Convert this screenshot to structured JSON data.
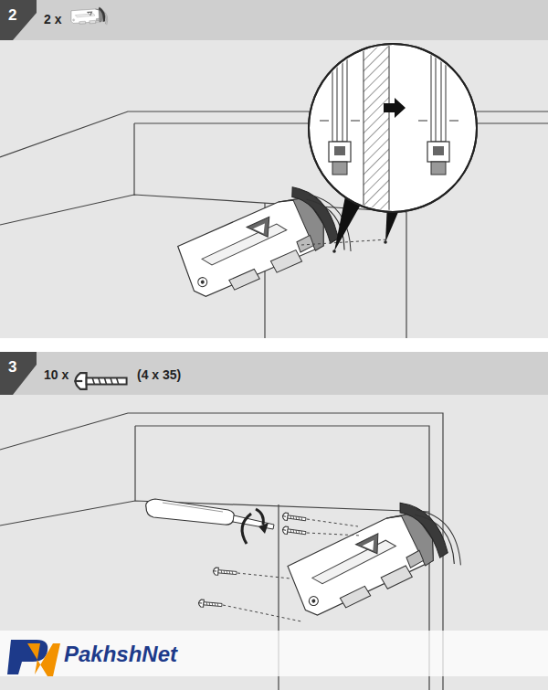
{
  "diagram": {
    "labels": [
      "2",
      "2 x",
      "3",
      "10 x",
      "(4 x 35)",
      "PakhshNet"
    ]
  }
}
